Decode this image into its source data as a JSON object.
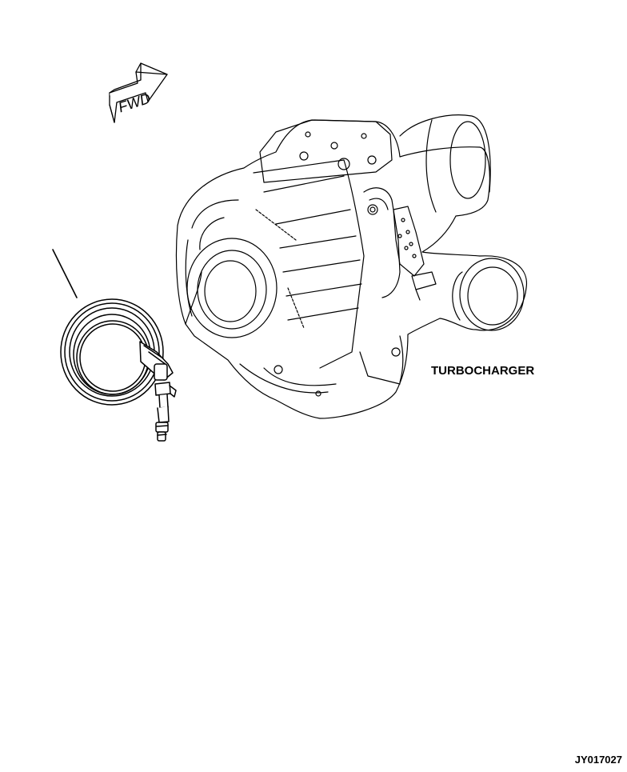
{
  "labels": {
    "turbocharger": "TURBOCHARGER",
    "fwd_arrow": "FWD",
    "drawing_id": "JY017027"
  },
  "icons": {
    "direction_indicator": "fwd-arrow-icon"
  },
  "colors": {
    "line": "#000000",
    "background": "#ffffff"
  }
}
